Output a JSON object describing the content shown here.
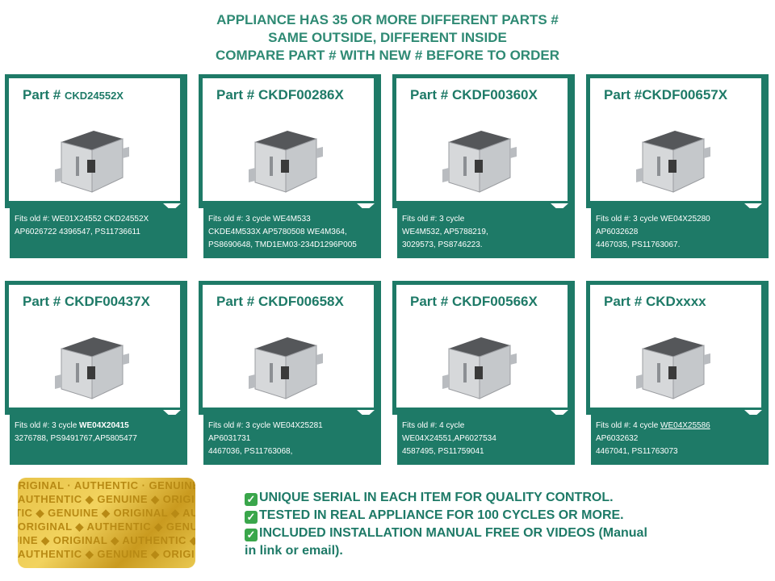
{
  "header": {
    "line1": "APPLIANCE HAS 35 OR MORE DIFFERENT PARTS #",
    "line2": "SAME OUTSIDE, DIFFERENT INSIDE",
    "line3": "COMPARE PART # WITH NEW # BEFORE TO ORDER"
  },
  "cards": [
    {
      "label": "Part #",
      "part": "CKD24552X",
      "lines": [
        "Fits old #: WE01X24552 CKD24552X",
        "AP6026722  4396547, PS11736611"
      ]
    },
    {
      "label": "Part #",
      "part": "CKDF00286X",
      "lines": [
        "Fits old #:  3 cycle WE4M533",
        "CKDE4M533X AP5780508 WE4M364,",
        "PS8690648, TMD1EM03-234D1296P005"
      ]
    },
    {
      "label": "Part #",
      "part": "CKDF00360X",
      "lines": [
        "Fits old #: 3 cycle",
        "WE4M532, AP5788219,",
        " 3029573, PS8746223."
      ]
    },
    {
      "label": "Part #",
      "part": "CKDF00657X",
      "lines": [
        "Fits old #: 3 cycle WE04X25280",
        "AP6032628",
        "4467035, PS11763067."
      ]
    },
    {
      "label": "Part #",
      "part": "CKDF00437X",
      "lines_pre": "Fits old #: 3 cycle ",
      "lines_bold": "WE04X20415",
      "lines": [
        "3276788, PS9491767,AP5805477"
      ]
    },
    {
      "label": "Part #",
      "part": "CKDF00658X",
      "lines": [
        "Fits old #: 3 cycle WE04X25281",
        "AP6031731",
        "4467036, PS11763068,"
      ]
    },
    {
      "label": "Part #",
      "part": "CKDF00566X",
      "lines": [
        "Fits old #: 4 cycle",
        "WE04X24551,AP6027534",
        " 4587495, PS11759041"
      ]
    },
    {
      "label": "Part #",
      "part": "CKDxxxx",
      "lines_pre": "Fits old #: 4 cycle ",
      "lines_under": "WE04X25586",
      "lines": [
        "AP6032632",
        "4467041, PS11763073"
      ]
    }
  ],
  "seal": {
    "rows": [
      "ORIGINAL · AUTHENTIC · GENUINE · ORIGINAL",
      "AUTHENTIC ◆ GENUINE ◆ ORIGINAL ◆ AUTH",
      "TIC ◆ GENUINE ◆ ORIGINAL ◆ AUTHENTIC",
      "ORIGINAL ◆ AUTHENTIC ◆ GENUINE ◆ OR",
      "UINE ◆ ORIGINAL ◆ AUTHENTIC ◆ GENUINE",
      "AUTHENTIC ◆ GENUINE ◆ ORIGINAL ◆ AU"
    ]
  },
  "notes": {
    "check_icon": "check-mark-icon",
    "items": [
      "UNIQUE SERIAL IN EACH ITEM FOR QUALITY CONTROL.",
      "TESTED IN REAL APPLIANCE FOR 100 CYCLES OR MORE.",
      "INCLUDED INSTALLATION MANUAL FREE OR VIDEOS (Manual"
    ],
    "continuation": "in link or  email)."
  },
  "colors": {
    "brand": "#1e7a67",
    "header": "#2f8a74"
  }
}
